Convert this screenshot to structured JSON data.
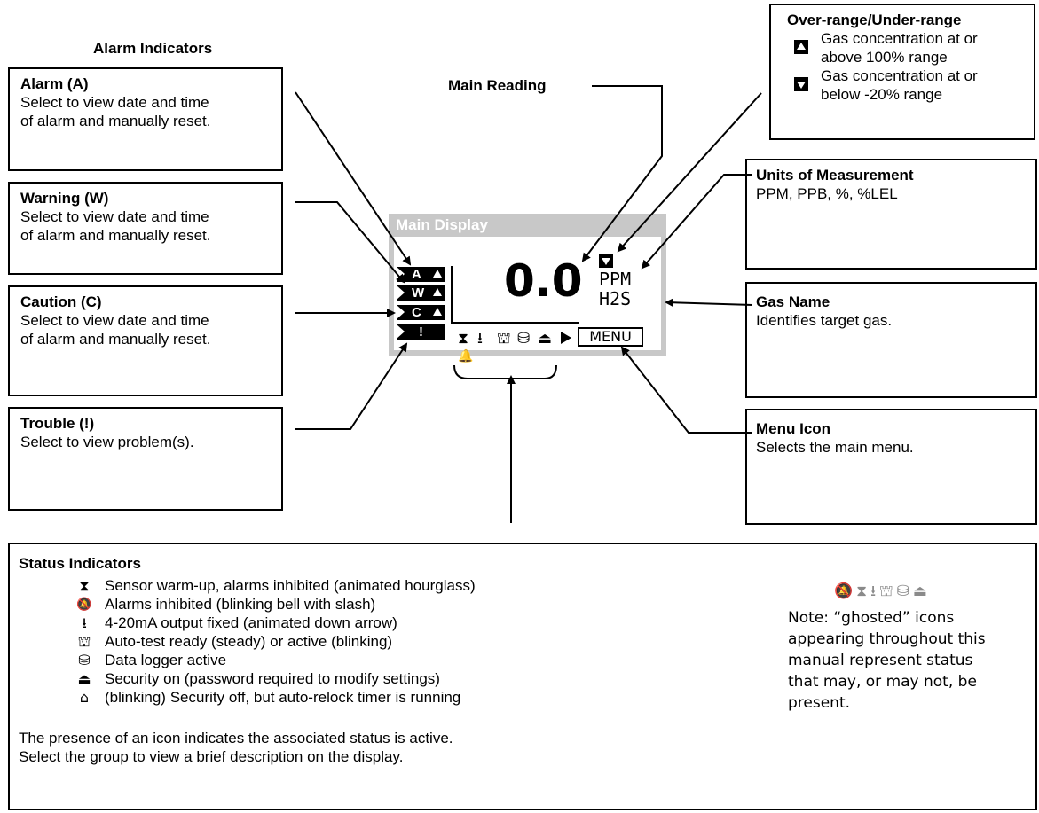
{
  "title": "Alarm Indicators",
  "main_reading_label": "Main Reading",
  "boxes": {
    "alarm": {
      "title": "Alarm (A)",
      "text": [
        "Select to view date and time",
        "of alarm and manually reset."
      ]
    },
    "warning": {
      "title": "Warning (W)",
      "text": [
        "Select to view date and time",
        "of alarm and manually reset."
      ]
    },
    "caution": {
      "title": "Caution (C)",
      "text": [
        "Select to view date and time",
        "of alarm and manually reset."
      ]
    },
    "trouble": {
      "title": "Trouble (!)",
      "text": [
        "Select to view problem(s)."
      ]
    },
    "range": {
      "title": "Over-range/Under-range",
      "over": [
        "Gas concentration at or",
        "above 100% range"
      ],
      "under": [
        "Gas concentration at or",
        "below -20% range"
      ]
    },
    "units": {
      "title": "Units of Measurement",
      "text": "PPM, PPB, %, %LEL"
    },
    "gas": {
      "title": "Gas Name",
      "text": "Identifies target gas."
    },
    "menu": {
      "title": "Menu Icon",
      "text": "Selects the main menu."
    }
  },
  "display": {
    "title": "Main Display",
    "alarm_letters": [
      "A",
      "W",
      "C",
      "!"
    ],
    "reading": "0.0",
    "unit": "PPM",
    "gas": "H2S",
    "menu": "MENU",
    "icons": [
      "⧗",
      "⭳",
      "⛫",
      "⛁",
      "⏏"
    ]
  },
  "status": {
    "title": "Status Indicators",
    "items": [
      {
        "icon": "hourglass-icon",
        "glyph": "⧗",
        "text": "Sensor warm-up, alarms inhibited (animated hourglass)"
      },
      {
        "icon": "bell-slash-icon",
        "glyph": "🔕",
        "text": "Alarms inhibited (blinking bell with slash)"
      },
      {
        "icon": "down-arrow-icon",
        "glyph": "⭳",
        "text": "4-20mA output fixed (animated down arrow)"
      },
      {
        "icon": "auto-test-icon",
        "glyph": "⛫",
        "text": "Auto-test ready (steady) or active (blinking)"
      },
      {
        "icon": "cylinder-icon",
        "glyph": "⛁",
        "text": "Data logger active"
      },
      {
        "icon": "lock-closed-icon",
        "glyph": "⏏",
        "text": "Security on (password required to modify settings)"
      },
      {
        "icon": "lock-open-icon",
        "glyph": "⌂",
        "text": "(blinking) Security off, but auto-relock timer is running"
      }
    ],
    "footer": [
      "The presence of an icon indicates the associated status is active.",
      "Select the group to view a brief description on the display."
    ],
    "note": "Note: “ghosted” icons appearing throughout this manual represent status that may, or may not, be present."
  }
}
